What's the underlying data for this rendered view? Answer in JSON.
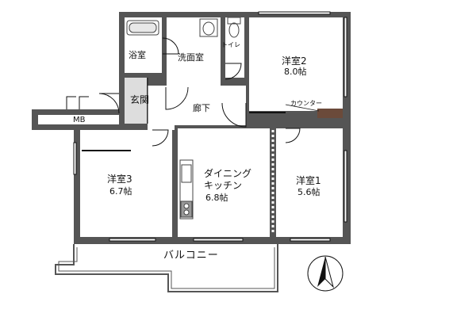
{
  "rooms": {
    "bath": {
      "name": "浴室"
    },
    "washroom": {
      "name": "洗面室"
    },
    "toilet": {
      "name": "トイレ"
    },
    "western2": {
      "name": "洋室2",
      "size": "8.0帖"
    },
    "entrance": {
      "name": "玄関"
    },
    "hallway": {
      "name": "廊下"
    },
    "meter_box": {
      "name": "MB"
    },
    "counter": {
      "name": "カウンター"
    },
    "western3": {
      "name": "洋室3",
      "size": "6.7帖"
    },
    "dining_kitchen": {
      "name_line1": "ダイニング",
      "name_line2": "キッチン",
      "size": "6.8帖"
    },
    "western1": {
      "name": "洋室1",
      "size": "5.6帖"
    },
    "balcony": {
      "name": "バルコニー"
    }
  },
  "compass": {
    "direction": "north",
    "icon": "north-arrow-icon"
  },
  "colors": {
    "wall": "#555555",
    "entrance_floor": "#dddddd",
    "counter": "#6b4a3a",
    "line": "#111111"
  }
}
